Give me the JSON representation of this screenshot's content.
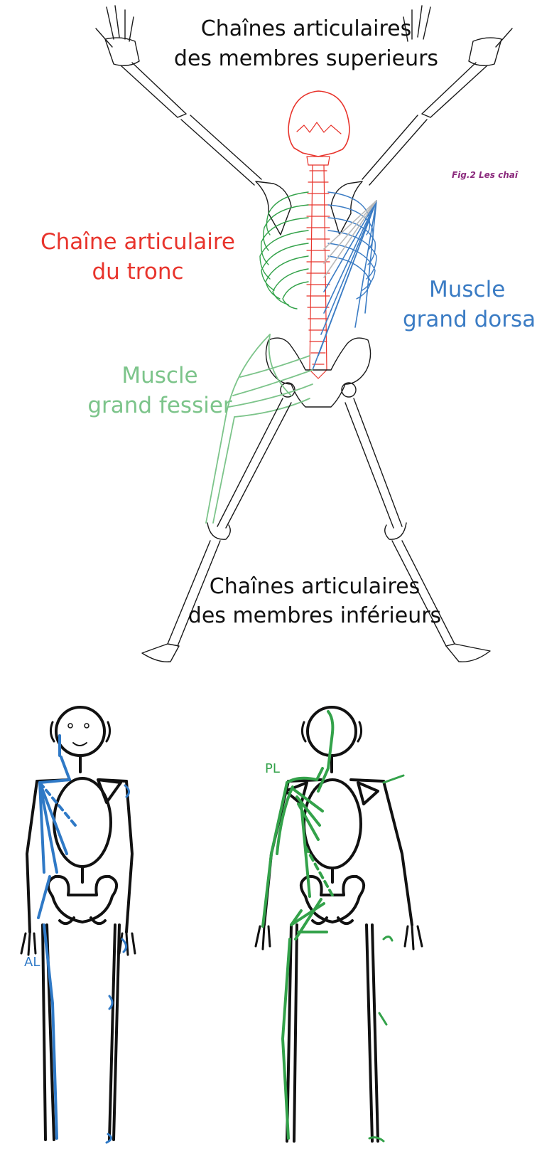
{
  "top": {
    "upper_limbs": [
      "Chaînes articulaires",
      "des membres superieurs"
    ],
    "trunk": [
      "Chaîne articulaire",
      "du tronc"
    ],
    "latissimus": [
      "Muscle",
      "grand dorsa"
    ],
    "gluteus": [
      "Muscle",
      "grand fessier"
    ],
    "lower_limbs": [
      "Chaînes articulaires",
      "des membres inférieurs"
    ],
    "caption_fig": "Fig.2",
    "caption_text": "Les chaî"
  },
  "bottom": {
    "left_tag": "AL",
    "right_tag": "PL"
  },
  "colors": {
    "trunk": "#e8342c",
    "blue": "#2f79c6",
    "muscle_blue": "#3b7cc4",
    "green": "#33a24a",
    "muscle_green": "#7cc48a",
    "caption_fig": "#8b2a7d",
    "ink": "#111111"
  }
}
